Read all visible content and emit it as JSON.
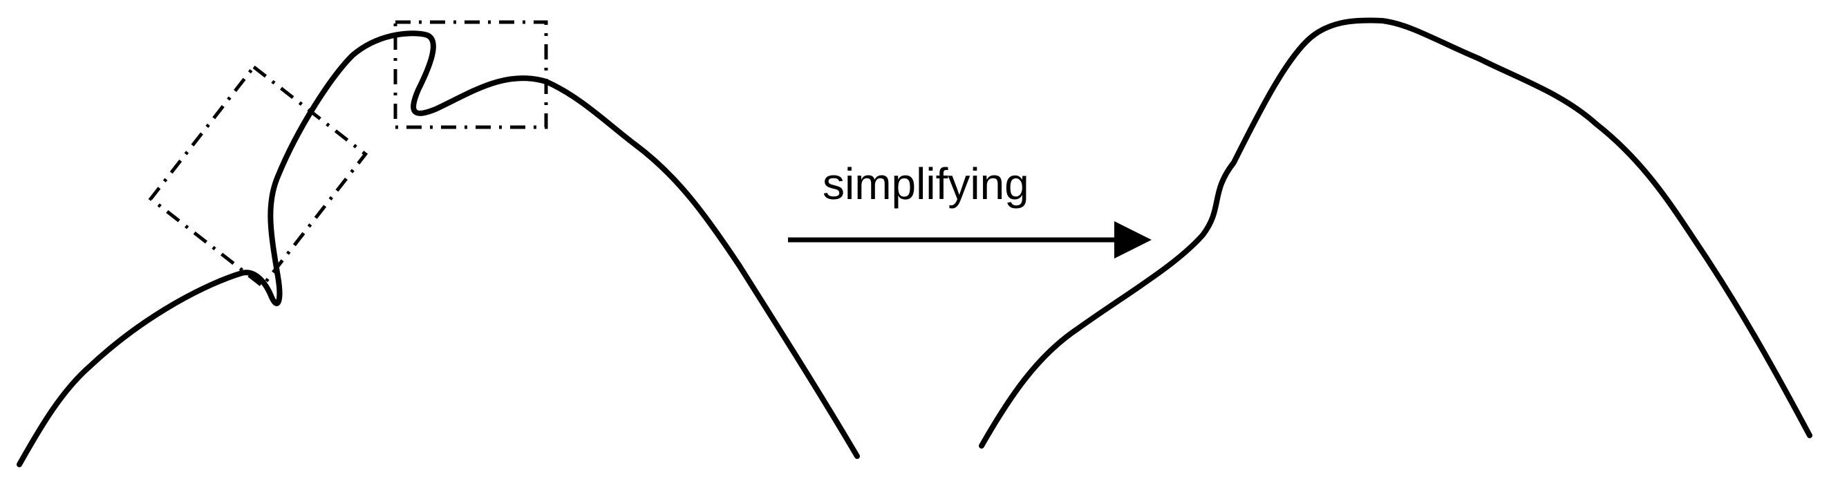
{
  "diagram": {
    "arrow_label": "simplifying",
    "ink_color": "#000000",
    "background_color": "#ffffff",
    "left_panel": {
      "shape": "rough-curve",
      "highlight_box_style": "dash-dot"
    },
    "right_panel": {
      "shape": "smooth-curve"
    }
  }
}
